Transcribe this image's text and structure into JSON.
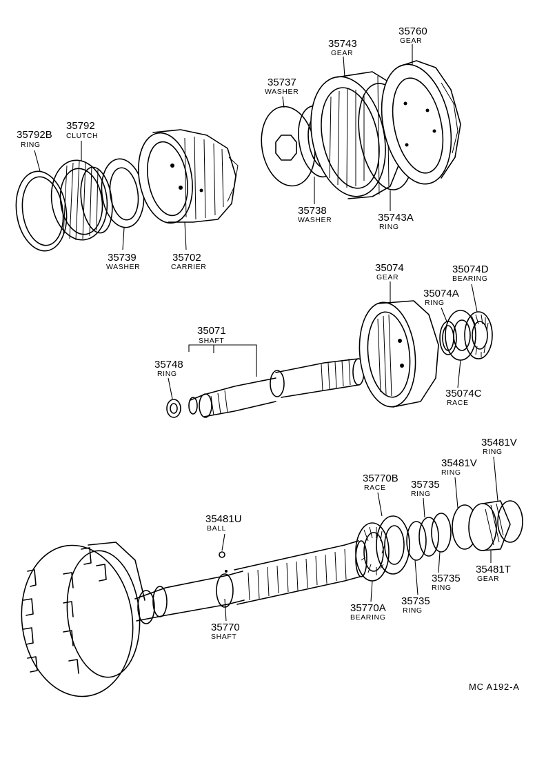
{
  "drawing_code": "MC  A192-A",
  "callouts": {
    "c35792b": {
      "number": "35792B",
      "name": "RING"
    },
    "c35792": {
      "number": "35792",
      "name": "CLUTCH"
    },
    "c35739": {
      "number": "35739",
      "name": "WASHER"
    },
    "c35702": {
      "number": "35702",
      "name": "CARRIER"
    },
    "c35737": {
      "number": "35737",
      "name": "WASHER"
    },
    "c35743": {
      "number": "35743",
      "name": "GEAR"
    },
    "c35760": {
      "number": "35760",
      "name": "GEAR"
    },
    "c35738": {
      "number": "35738",
      "name": "WASHER"
    },
    "c35743a": {
      "number": "35743A",
      "name": "RING"
    },
    "c35071": {
      "number": "35071",
      "name": "SHAFT"
    },
    "c35748": {
      "number": "35748",
      "name": "RING"
    },
    "c35074": {
      "number": "35074",
      "name": "GEAR"
    },
    "c35074d": {
      "number": "35074D",
      "name": "BEARING"
    },
    "c35074a": {
      "number": "35074A",
      "name": "RING"
    },
    "c35074c": {
      "number": "35074C",
      "name": "RACE"
    },
    "c35481v1": {
      "number": "35481V",
      "name": "RING"
    },
    "c35481v2": {
      "number": "35481V",
      "name": "RING"
    },
    "c35770b": {
      "number": "35770B",
      "name": "RACE"
    },
    "c35735a": {
      "number": "35735",
      "name": "RING"
    },
    "c35481u": {
      "number": "35481U",
      "name": "BALL"
    },
    "c35481t": {
      "number": "35481T",
      "name": "GEAR"
    },
    "c35735b": {
      "number": "35735",
      "name": "RING"
    },
    "c35735c": {
      "number": "35735",
      "name": "RING"
    },
    "c35770a": {
      "number": "35770A",
      "name": "BEARING"
    },
    "c35770": {
      "number": "35770",
      "name": "SHAFT"
    }
  }
}
